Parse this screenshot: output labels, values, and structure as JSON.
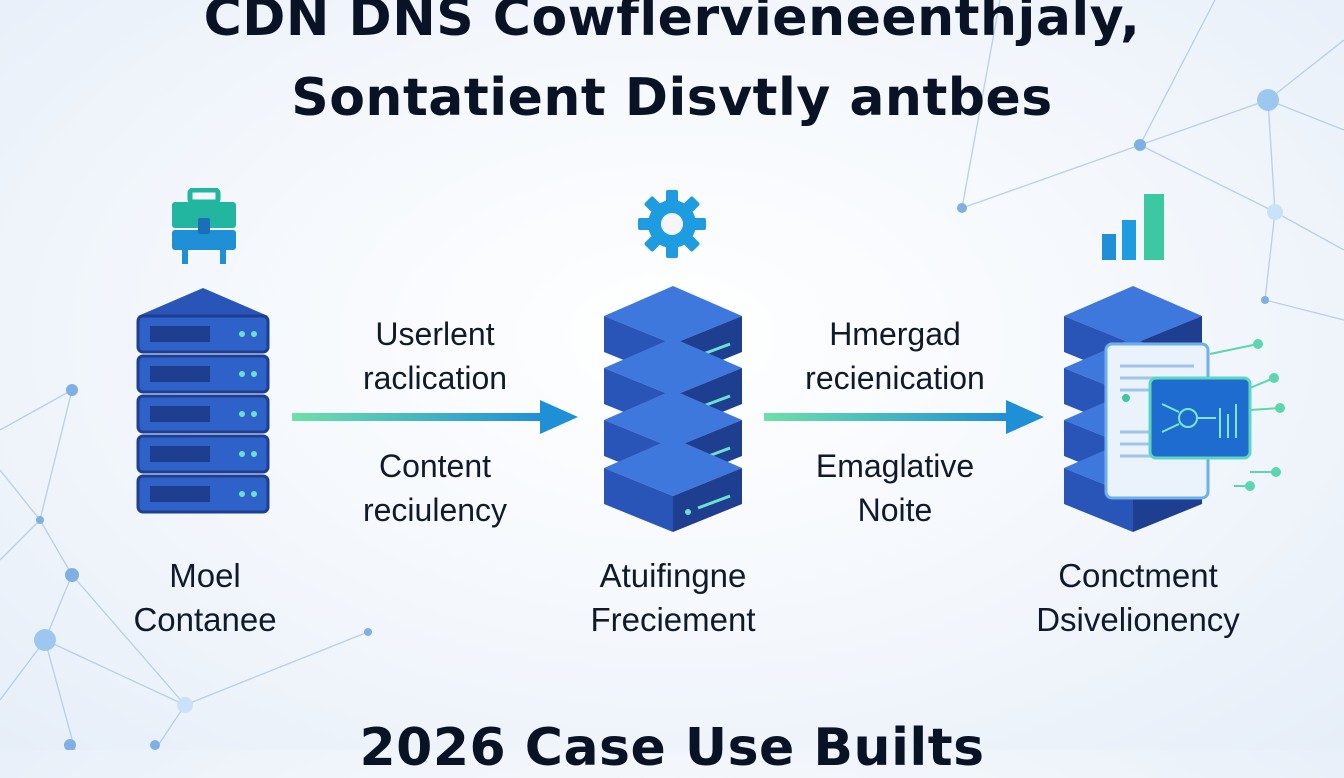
{
  "title": {
    "line1": "CDN DNS Cowflervieneenthjaly,",
    "line2": "Sontatient Disvtly antbes",
    "line3": "2026 Case Use Builts"
  },
  "nodes": [
    {
      "icon": "toolbox-icon",
      "label_line1": "Moel",
      "label_line2": "Contanee"
    },
    {
      "icon": "gear-icon",
      "label_line1": "Atuifingne",
      "label_line2": "Freciement"
    },
    {
      "icon": "bar-chart-icon",
      "label_line1": "Conctment",
      "label_line2": "Dsivelionency"
    }
  ],
  "flows": [
    {
      "top_line1": "Userlent",
      "top_line2": "raclication",
      "bottom_line1": "Content",
      "bottom_line2": "reciulency"
    },
    {
      "top_line1": "Hmergad",
      "top_line2": "recienication",
      "bottom_line1": "Emaglative",
      "bottom_line2": "Noite"
    }
  ],
  "colors": {
    "server_blue": "#2f5fc4",
    "server_dark": "#1e3f8f",
    "accent_teal": "#22b5a0",
    "arrow_green": "#52d39a",
    "arrow_blue": "#1f8fd6",
    "network_line": "#8fb7e0"
  }
}
